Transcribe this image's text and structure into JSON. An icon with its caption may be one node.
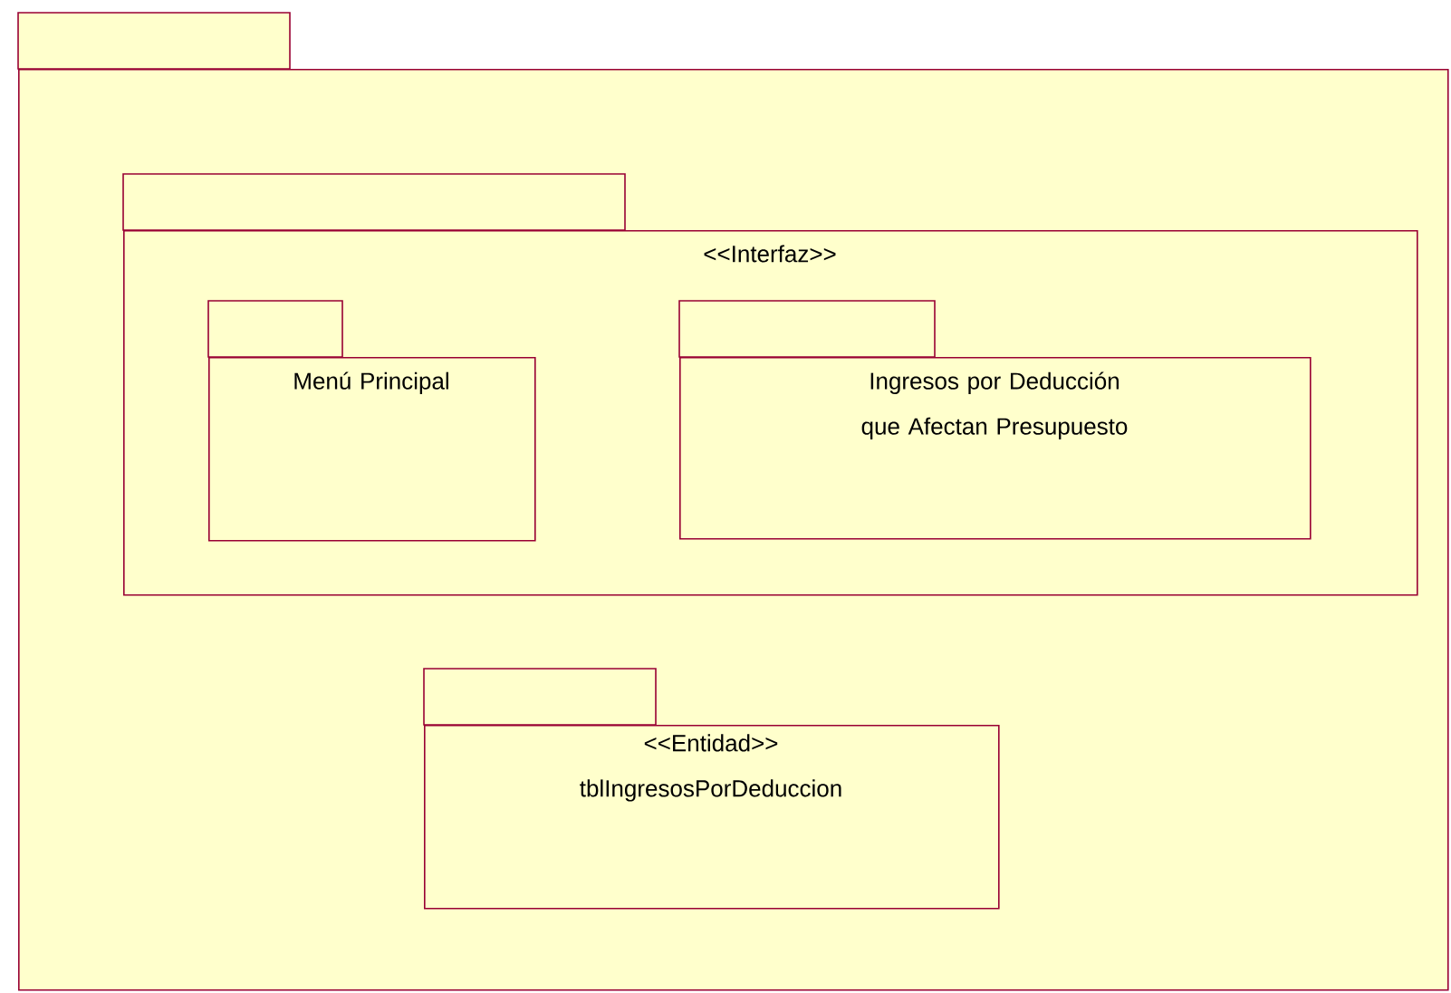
{
  "diagram": {
    "nodes": [
      {
        "text": [],
        "shape": "folder"
      },
      {
        "text": [
          "<<Interfaz>>"
        ],
        "in": 0
      },
      {
        "text": [
          "Menú Principal"
        ],
        "in": 1
      },
      {
        "text": [
          "Ingresos por Deducción que Afectan Presupuesto"
        ],
        "in": 1
      },
      {
        "text": [
          "<<Entidad>>",
          "tblIngresosPorDeduccion"
        ],
        "in": 0
      }
    ]
  }
}
